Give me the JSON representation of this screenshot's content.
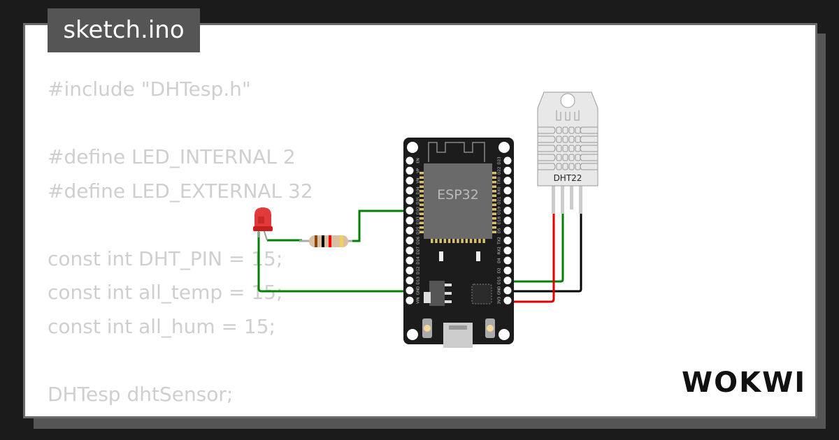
{
  "tab": {
    "filename": "sketch.ino"
  },
  "code": {
    "lines": [
      "#include \"DHTesp.h\"",
      "",
      "#define LED_INTERNAL 2",
      "#define LED_EXTERNAL 32",
      "",
      "const int DHT_PIN = 15;",
      "const int all_temp = 15;",
      "const int all_hum = 15;",
      "",
      "DHTesp dhtSensor;"
    ]
  },
  "board": {
    "chip_label": "ESP32",
    "left_pins": [
      "EN",
      "VP",
      "VN",
      "D34",
      "D35",
      "D32",
      "D33",
      "D25",
      "D26",
      "D27",
      "D14",
      "D12",
      "D13",
      "GND",
      "VIN"
    ],
    "right_pins": [
      "D23",
      "D22",
      "TX0",
      "RX0",
      "D21",
      "D19",
      "D18",
      "D5",
      "TX2",
      "RX2",
      "D4",
      "D2",
      "D15",
      "GND",
      "3V3"
    ]
  },
  "sensor": {
    "label": "DHT22"
  },
  "logo": {
    "text": "WOKWI"
  },
  "colors": {
    "wire_green": "#008000",
    "wire_red": "#e00000",
    "wire_black": "#000000",
    "led": "#e23a3a",
    "board": "#1c1c1c"
  }
}
